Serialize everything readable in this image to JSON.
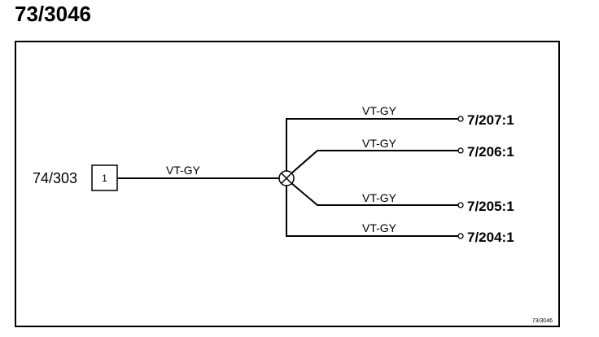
{
  "title": "73/3046",
  "source": {
    "connector": "74/303",
    "pin": "1",
    "wire_color": "VT-GY"
  },
  "branches": [
    {
      "wire_color": "VT-GY",
      "connector": "7/207:1"
    },
    {
      "wire_color": "VT-GY",
      "connector": "7/206:1"
    },
    {
      "wire_color": "VT-GY",
      "connector": "7/205:1"
    },
    {
      "wire_color": "VT-GY",
      "connector": "7/204:1"
    }
  ],
  "diagram_ref": "73/3046"
}
